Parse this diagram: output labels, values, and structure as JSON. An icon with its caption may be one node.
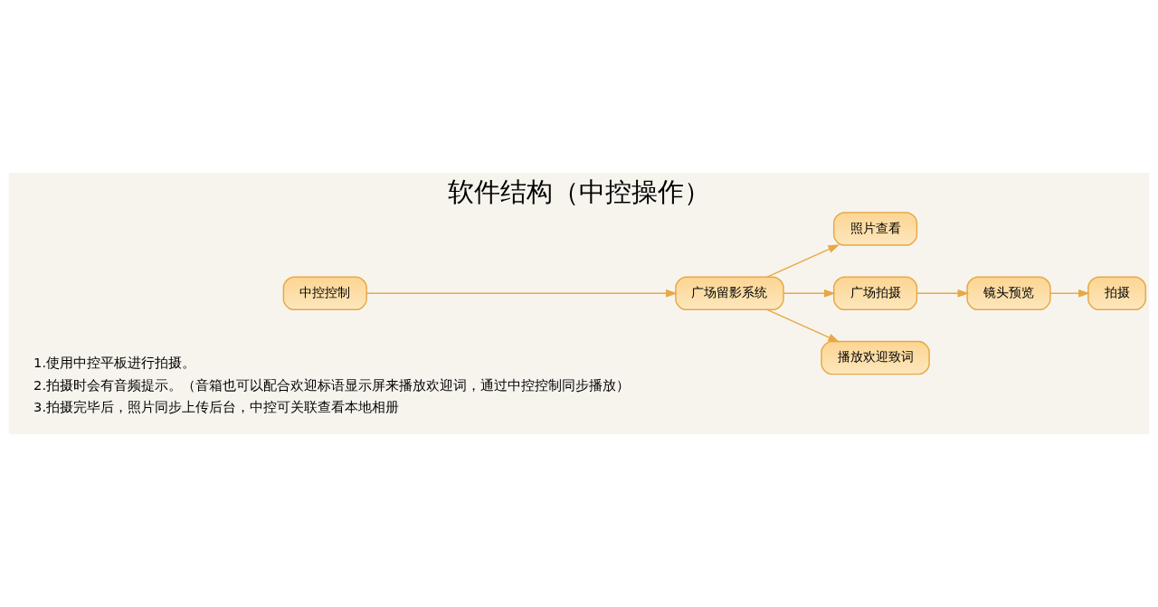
{
  "diagram": {
    "title": "软件结构（中控操作）",
    "nodes": [
      {
        "text": [
          "中控控制"
        ]
      },
      {
        "text": [
          "广场留影系统"
        ]
      },
      {
        "text": [
          "照片查看"
        ]
      },
      {
        "text": [
          "广场拍摄"
        ]
      },
      {
        "text": [
          "播放欢迎致词"
        ]
      },
      {
        "text": [
          "镜头预览"
        ]
      },
      {
        "text": [
          "拍摄"
        ]
      }
    ],
    "edges": [
      {
        "from": 0,
        "to": 1,
        "arrow": "to"
      },
      {
        "from": 1,
        "to": 2,
        "arrow": "to"
      },
      {
        "from": 1,
        "to": 3,
        "arrow": "to"
      },
      {
        "from": 1,
        "to": 4,
        "arrow": "to"
      },
      {
        "from": 3,
        "to": 5,
        "arrow": "to"
      },
      {
        "from": 5,
        "to": 6,
        "arrow": "to"
      }
    ],
    "labels": [
      "1.使用中控平板进行拍摄。",
      "2.拍摄时会有音频提示。（音箱也可以配合欢迎标语显示屏来播放欢迎词，通过中控控制同步播放）",
      "3.拍摄完毕后，照片同步上传后台，中控可关联查看本地相册"
    ]
  }
}
